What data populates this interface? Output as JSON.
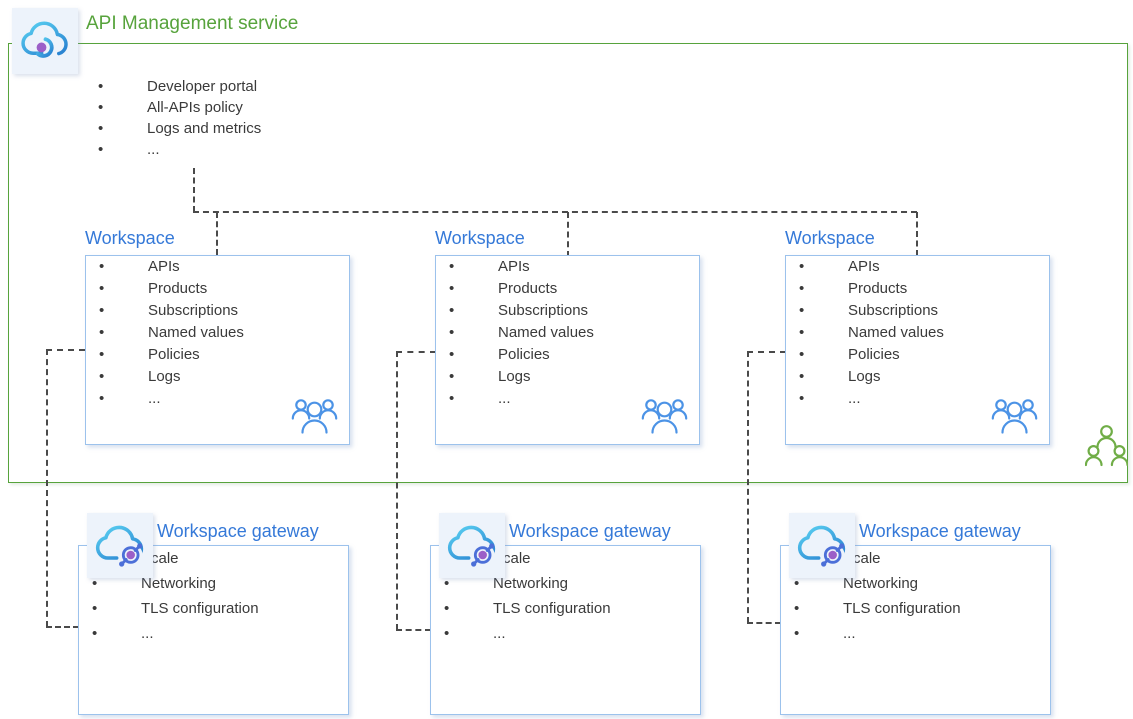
{
  "colors": {
    "accent-green": "#57A33C",
    "accent-blue": "#3579D8",
    "box-border": "#9CC2EC",
    "text": "#3A3A3A",
    "dash": "#4A4A4A",
    "icon-bg": "#EDF3FB",
    "cloud-light": "#5BD2F2",
    "cloud-dark": "#2B85D2",
    "purple": "#9C5FC8",
    "ring": "#4C6FD8",
    "people-blue": "#4C93E6",
    "people-green": "#70AD47"
  },
  "icons": {
    "service": "api-management-cloud-icon",
    "gateway": "gateway-cloud-hub-icon",
    "workspace_people": "team-members-icon",
    "service_people": "collaborators-icon"
  },
  "service": {
    "title": "API Management service",
    "items": [
      "Developer portal",
      "All-APIs policy",
      "Logs and metrics",
      "..."
    ]
  },
  "workspaces": [
    {
      "title": "Workspace",
      "items": [
        "APIs",
        "Products",
        "Subscriptions",
        "Named values",
        "Policies",
        "Logs",
        "..."
      ]
    },
    {
      "title": "Workspace",
      "items": [
        "APIs",
        "Products",
        "Subscriptions",
        "Named values",
        "Policies",
        "Logs",
        "..."
      ]
    },
    {
      "title": "Workspace",
      "items": [
        "APIs",
        "Products",
        "Subscriptions",
        "Named values",
        "Policies",
        "Logs",
        "..."
      ]
    }
  ],
  "gateways": [
    {
      "title": "Workspace gateway",
      "items": [
        "Scale",
        "Networking",
        "TLS configuration",
        "..."
      ]
    },
    {
      "title": "Workspace gateway",
      "items": [
        "Scale",
        "Networking",
        "TLS configuration",
        "..."
      ]
    },
    {
      "title": "Workspace gateway",
      "items": [
        "Scale",
        "Networking",
        "TLS configuration",
        "..."
      ]
    }
  ]
}
